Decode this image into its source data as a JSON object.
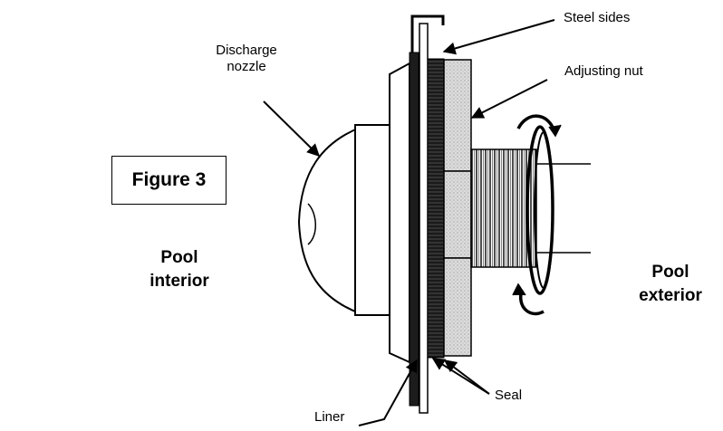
{
  "figure_label": "Figure 3",
  "labels": {
    "discharge_nozzle_line1": "Discharge",
    "discharge_nozzle_line2": "nozzle",
    "steel_sides": "Steel sides",
    "adjusting_nut": "Adjusting nut",
    "pool_interior_line1": "Pool",
    "pool_interior_line2": "interior",
    "pool_exterior_line1": "Pool",
    "pool_exterior_line2": "exterior",
    "seal": "Seal",
    "liner": "Liner"
  },
  "colors": {
    "ink": "#000000",
    "nut_fill": "#d6d6d6",
    "liner_fill": "#1a1a1a",
    "background": "#ffffff"
  }
}
